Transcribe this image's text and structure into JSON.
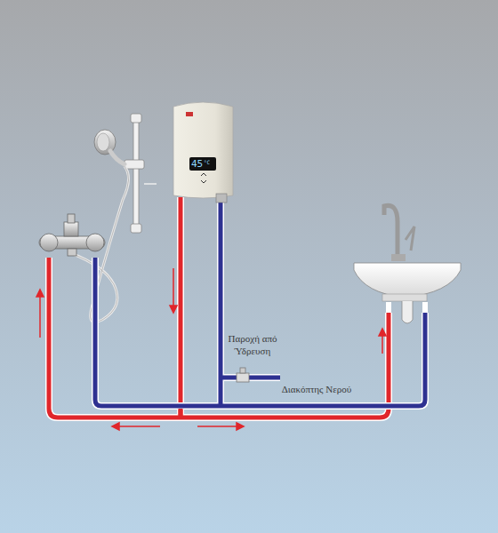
{
  "diagram": {
    "labels": [
      "45",
      "°C",
      "Παροχή από Ύδρευση",
      "Διακόπτης Νερού"
    ]
  }
}
